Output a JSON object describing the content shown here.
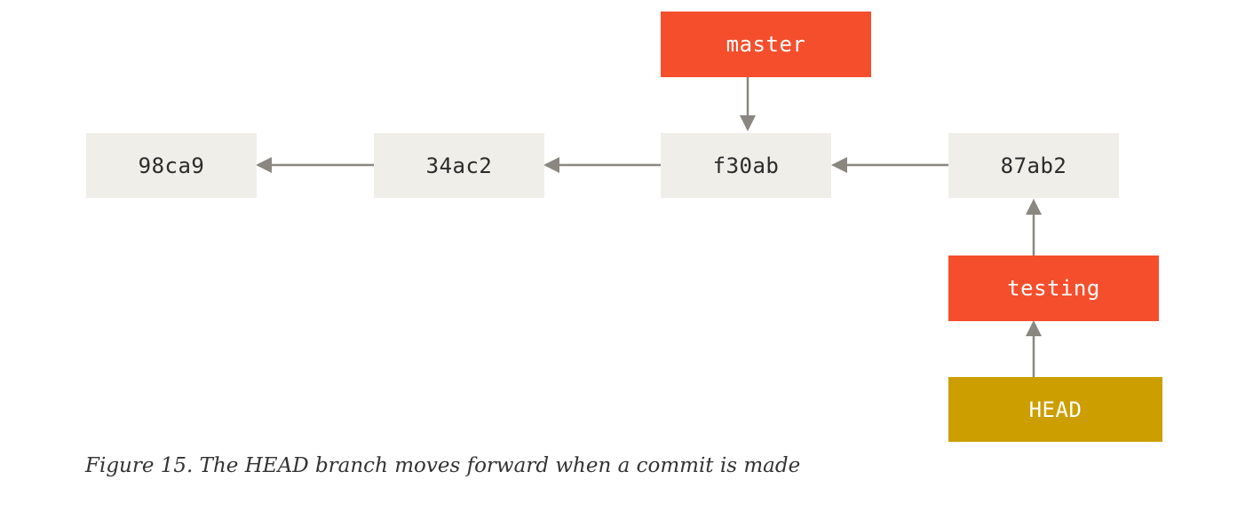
{
  "commits": [
    {
      "id": "98ca9"
    },
    {
      "id": "34ac2"
    },
    {
      "id": "f30ab"
    },
    {
      "id": "87ab2"
    }
  ],
  "branches": {
    "master": {
      "label": "master",
      "color": "#f54e2c"
    },
    "testing": {
      "label": "testing",
      "color": "#f54e2c"
    }
  },
  "head": {
    "label": "HEAD",
    "color": "#cc9e00"
  },
  "colors": {
    "commit_fill": "#efeee8",
    "commit_text": "#2b2b2b",
    "arrow": "#8a8780"
  },
  "caption": "Figure 15. The HEAD branch moves forward when a commit is made"
}
